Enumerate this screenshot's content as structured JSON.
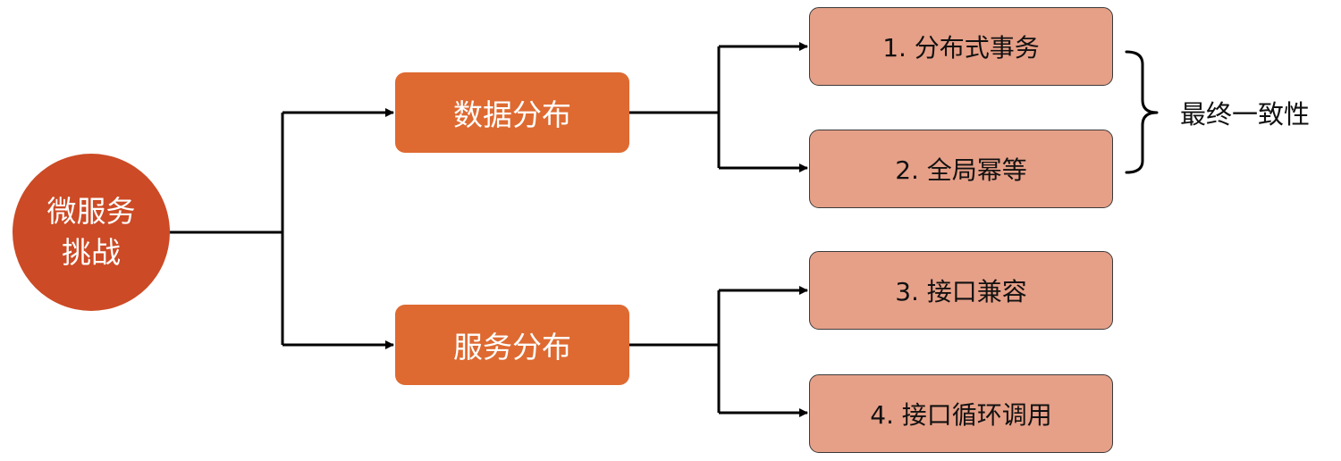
{
  "root": {
    "line1": "微服务",
    "line2": "挑战"
  },
  "branches": [
    {
      "label": "数据分布"
    },
    {
      "label": "服务分布"
    }
  ],
  "leaves": [
    {
      "label": "1. 分布式事务"
    },
    {
      "label": "2. 全局幂等"
    },
    {
      "label": "3. 接口兼容"
    },
    {
      "label": "4. 接口循环调用"
    }
  ],
  "brace_note": "最终一致性",
  "colors": {
    "root": "#cc4a25",
    "branch": "#de6a31",
    "leaf": "#e6a088",
    "connector": "#000000"
  }
}
